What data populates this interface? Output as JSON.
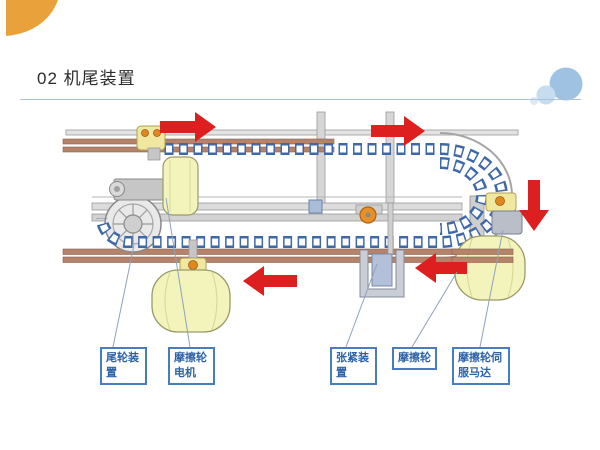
{
  "slide": {
    "title": "02 机尾装置"
  },
  "decor": {
    "corner_ornament_color": "#E9A23B",
    "circle_large_color": "#9FC2E2",
    "circle_small_color": "#C6DCEF",
    "divider_color": "#AAC4DC"
  },
  "diagram": {
    "colors": {
      "arrow_red": "#DD1F1F",
      "chain_blue": "#3F68A8",
      "wheel_yellow": "#F2F4BC",
      "tube_copper": "#B5826A",
      "frame_gray": "#C9C9C9",
      "callout_blue": "#4A7CC0"
    },
    "arrows": [
      {
        "id": "top-left",
        "direction": "right"
      },
      {
        "id": "top-right",
        "direction": "right"
      },
      {
        "id": "right-side",
        "direction": "down"
      },
      {
        "id": "bottom-center",
        "direction": "left"
      },
      {
        "id": "bottom-right",
        "direction": "left"
      }
    ],
    "callouts": [
      {
        "text": "尾轮装置"
      },
      {
        "text": "摩擦轮电机"
      },
      {
        "text": "张紧装置"
      },
      {
        "text": "摩擦轮"
      },
      {
        "text": "摩擦轮伺服马达"
      }
    ]
  }
}
